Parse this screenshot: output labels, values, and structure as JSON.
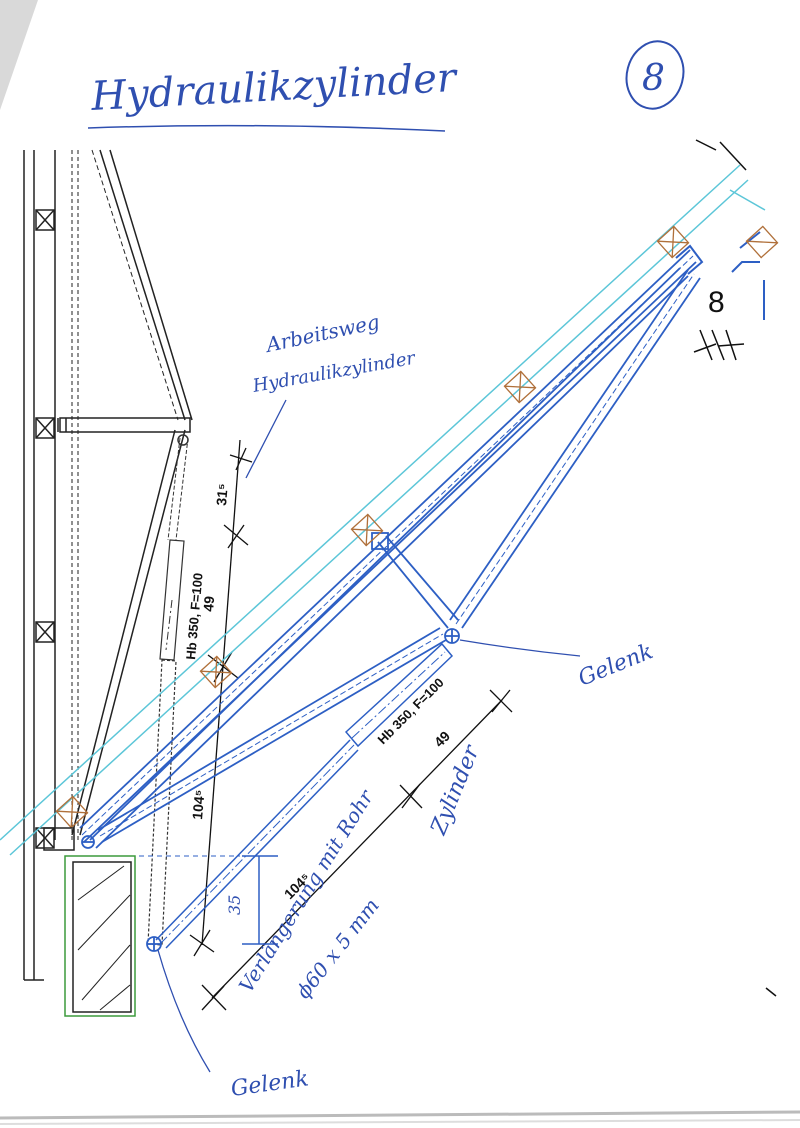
{
  "page": {
    "number": "8",
    "title": "Hydraulikzylinder"
  },
  "annotations": {
    "arbeitsweg_line1": "Arbeitsweg",
    "arbeitsweg_line2": "Hydraulikzylinder",
    "gelenk_right": "Gelenk",
    "gelenk_bottom": "Gelenk",
    "zylinder": "Zylinder",
    "verlaengerung_line1": "Verlängerung mit Rohr",
    "verlaengerung_line2": "ϕ60 x 5 mm",
    "node_label": "8"
  },
  "dimensions": {
    "left_cylinder_label": "Hb 350, F=100",
    "left_stroke": "49",
    "left_upper": "31⁵",
    "left_length": "104⁵",
    "lower_cylinder_label": "Hb 350, F=100",
    "lower_stroke": "49",
    "lower_length": "104⁵",
    "lower_offset": "35"
  },
  "colors": {
    "structure_blue": "#2d5fc4",
    "rafter_cyan": "#5cc6d8",
    "handwriting": "#2f4fb0",
    "node_brown": "#b0703a",
    "wall_green": "#3c9a3c"
  }
}
